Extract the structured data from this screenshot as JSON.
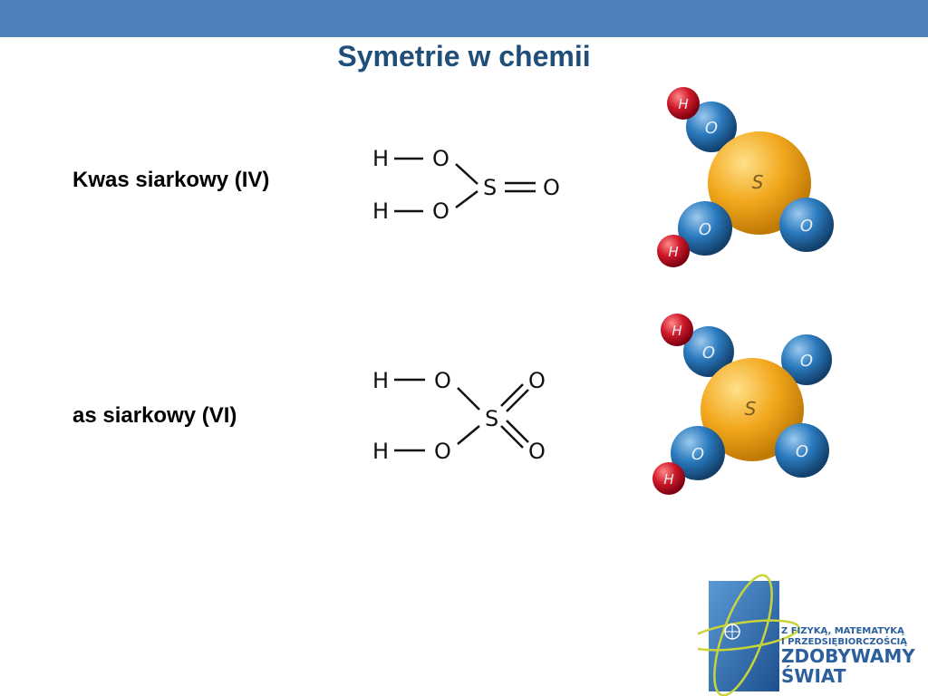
{
  "slide": {
    "title": "Symetrie w chemii"
  },
  "rows": [
    {
      "label": "Kwas siarkowy (IV)",
      "formula": {
        "h1": "H",
        "h2": "H",
        "o1": "O",
        "o2": "O",
        "s": "S",
        "o3": "O"
      },
      "model": {
        "h1": "H",
        "h2": "H",
        "o1": "O",
        "o2": "O",
        "o3": "O",
        "s": "S"
      }
    },
    {
      "label": "as siarkowy (VI)",
      "formula": {
        "h1": "H",
        "h2": "H",
        "o1": "O",
        "o2": "O",
        "s": "S",
        "o3": "O",
        "o4": "O"
      },
      "model": {
        "h1": "H",
        "h2": "H",
        "o1": "O",
        "o2": "O",
        "o3": "O",
        "o4": "O",
        "s": "S"
      }
    }
  ],
  "logo": {
    "line1": "Z FIZYKĄ, MATEMATYKĄ",
    "line2": "I PRZEDSIĘBIORCZOŚCIĄ",
    "line3": "ZDOBYWAMY",
    "line4": "ŚWIAT"
  },
  "colors": {
    "topbar": "#4f81bd",
    "title": "#1f4e79",
    "sulfur": "#f2a81d",
    "oxygen": "#1f6aa5",
    "hydrogen": "#c8102e"
  }
}
